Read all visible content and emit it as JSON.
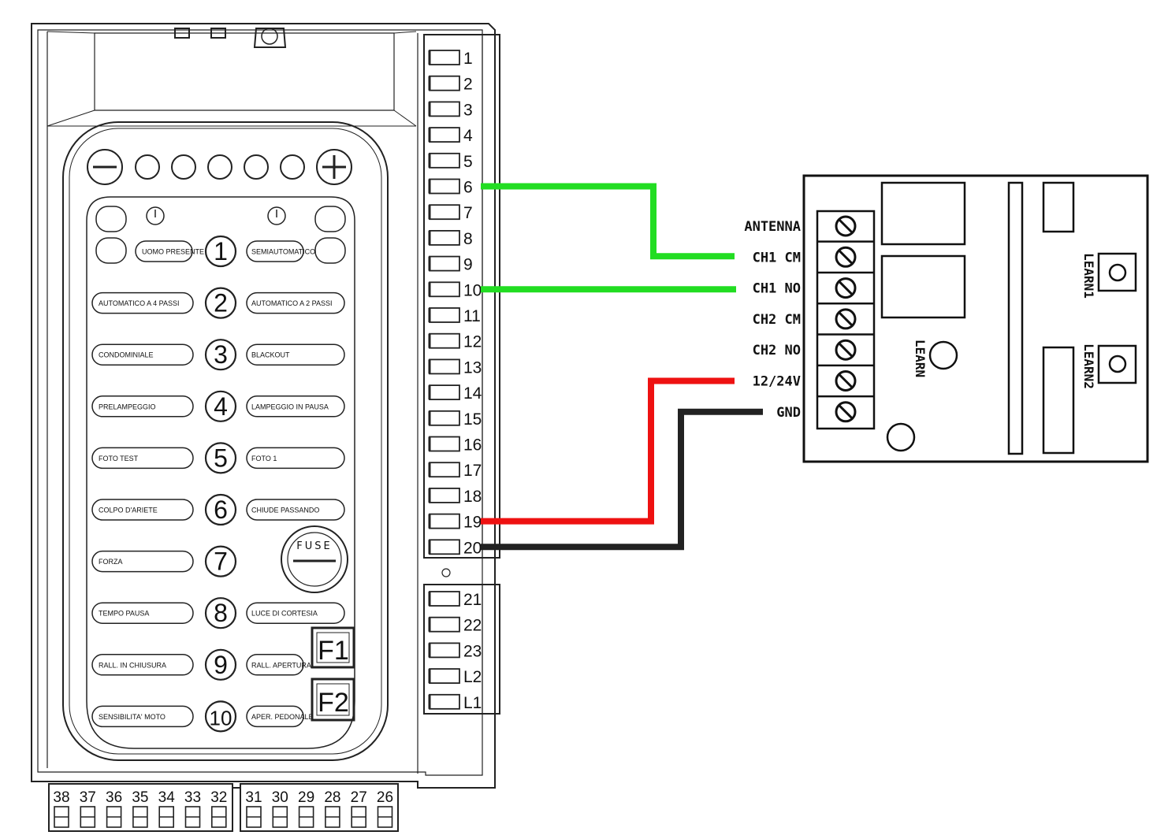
{
  "control_board": {
    "programming_panel": {
      "minus_button": "minus",
      "plus_button": "plus",
      "rows": [
        {
          "number": "1",
          "left": "UOMO PRESENTE",
          "right": "SEMIAUTOMATICO"
        },
        {
          "number": "2",
          "left": "AUTOMATICO A 4 PASSI",
          "right": "AUTOMATICO A 2 PASSI"
        },
        {
          "number": "3",
          "left": "CONDOMINIALE",
          "right": "BLACKOUT"
        },
        {
          "number": "4",
          "left": "PRELAMPEGGIO",
          "right": "LAMPEGGIO IN PAUSA"
        },
        {
          "number": "5",
          "left": "FOTO TEST",
          "right": "FOTO 1"
        },
        {
          "number": "6",
          "left": "COLPO D'ARIETE",
          "right": "CHIUDE PASSANDO"
        },
        {
          "number": "7",
          "left": "FORZA",
          "right": ""
        },
        {
          "number": "8",
          "left": "TEMPO PAUSA",
          "right": "LUCE DI CORTESIA"
        },
        {
          "number": "9",
          "left": "RALL. IN CHIUSURA",
          "right": "RALL. APERTURA"
        },
        {
          "number": "10",
          "left": "SENSIBILITA' MOTO",
          "right": "APER. PEDONALE"
        }
      ],
      "fuse_label": "FUSE",
      "f1_label": "F1",
      "f2_label": "F2"
    },
    "right_terminals": [
      "1",
      "2",
      "3",
      "4",
      "5",
      "6",
      "7",
      "8",
      "9",
      "10",
      "11",
      "12",
      "13",
      "14",
      "15",
      "16",
      "17",
      "18",
      "19",
      "20"
    ],
    "lower_right_terminals": [
      "21",
      "22",
      "23",
      "L2",
      "L1"
    ],
    "bottom_terminals_left": [
      "38",
      "37",
      "36",
      "35",
      "34",
      "33",
      "32"
    ],
    "bottom_terminals_right": [
      "31",
      "30",
      "29",
      "28",
      "27",
      "26"
    ]
  },
  "receiver_module": {
    "terminal_labels": [
      "ANTENNA",
      "CH1 CM",
      "CH1 NO",
      "CH2 CM",
      "CH2 NO",
      "12/24V",
      "GND"
    ],
    "learn_label": "LEARN",
    "learn1_label": "LEARN1",
    "learn2_label": "LEARN2"
  },
  "wires": [
    {
      "from_terminal": "6",
      "to_terminal": "CH1 CM",
      "color": "#22dd22"
    },
    {
      "from_terminal": "10",
      "to_terminal": "CH1 NO",
      "color": "#22dd22"
    },
    {
      "from_terminal": "19",
      "to_terminal": "12/24V",
      "color": "#ee1111"
    },
    {
      "from_terminal": "20",
      "to_terminal": "GND",
      "color": "#222222"
    }
  ]
}
